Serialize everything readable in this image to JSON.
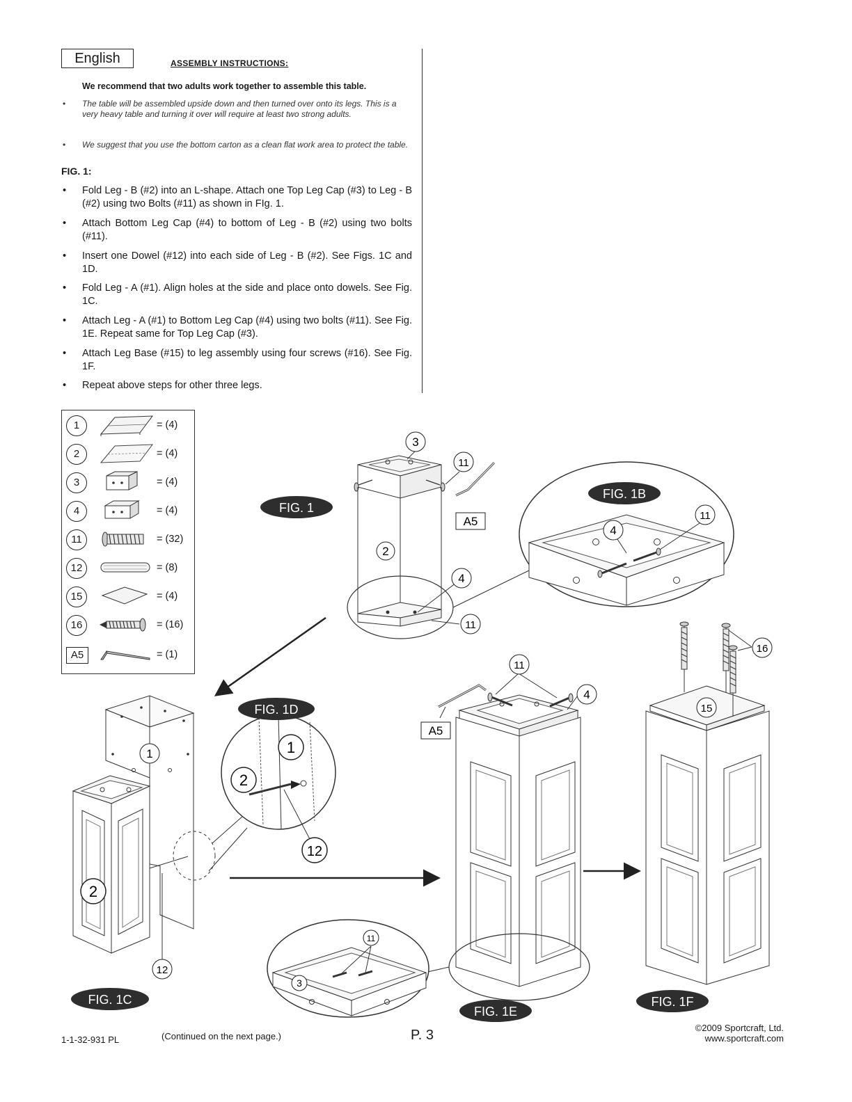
{
  "header": {
    "language": "English",
    "title": "ASSEMBLY INSTRUCTIONS:"
  },
  "intro": {
    "recommend": "We recommend that two adults work together to assemble this table.",
    "notes": [
      "The table will be assembled upside down and then turned over onto its legs. This is a very heavy table and turning it over will require at least two strong adults.",
      "We suggest that you use the bottom carton as a clean flat work area to protect the table."
    ]
  },
  "fig1": {
    "heading": "FIG. 1:",
    "bullet": "•",
    "steps": [
      "Fold Leg - B (#2) into an L-shape. Attach one Top Leg Cap (#3) to Leg - B (#2) using two Bolts (#11) as shown in FIg. 1.",
      "Attach Bottom Leg Cap (#4)  to bottom of Leg - B (#2) using two bolts (#11).",
      "Insert one Dowel (#12) into each side of Leg - B (#2). See Figs. 1C and 1D.",
      "Fold Leg - A (#1). Align holes at the side and place onto dowels. See Fig. 1C.",
      "Attach Leg - A (#1) to Bottom Leg Cap (#4) using two bolts (#11). See Fig. 1E. Repeat same for Top Leg Cap (#3).",
      "Attach Leg Base (#15)  to leg assembly using four screws (#16). See Fig. 1F.",
      "Repeat above steps for other three legs."
    ]
  },
  "parts": [
    {
      "id": "1",
      "qty": "= (4)",
      "icon": "panel-icon"
    },
    {
      "id": "2",
      "qty": "= (4)",
      "icon": "panel-icon"
    },
    {
      "id": "3",
      "qty": "= (4)",
      "icon": "leg-cap-icon"
    },
    {
      "id": "4",
      "qty": "= (4)",
      "icon": "leg-cap-icon"
    },
    {
      "id": "11",
      "qty": "= (32)",
      "icon": "bolt-icon"
    },
    {
      "id": "12",
      "qty": "= (8)",
      "icon": "dowel-icon"
    },
    {
      "id": "15",
      "qty": "= (4)",
      "icon": "leg-base-icon"
    },
    {
      "id": "16",
      "qty": "= (16)",
      "icon": "screw-icon"
    },
    {
      "id": "A5",
      "qty": "= (1)",
      "icon": "hex-key-icon"
    }
  ],
  "figures": {
    "fig1": "FIG. 1",
    "fig1b": "FIG. 1B",
    "fig1c": "FIG. 1C",
    "fig1d": "FIG. 1D",
    "fig1e": "FIG. 1E",
    "fig1f": "FIG. 1F"
  },
  "callouts": {
    "c1": "1",
    "c2": "2",
    "c3": "3",
    "c4": "4",
    "c11": "11",
    "c12": "12",
    "c15": "15",
    "c16": "16",
    "a5": "A5"
  },
  "footer": {
    "code": "1-1-32-931 PL",
    "continued": "(Continued on the next page.)",
    "page": "P. 3",
    "copyright": "©2009 Sportcraft, Ltd.",
    "website": "www.sportcraft.com"
  }
}
